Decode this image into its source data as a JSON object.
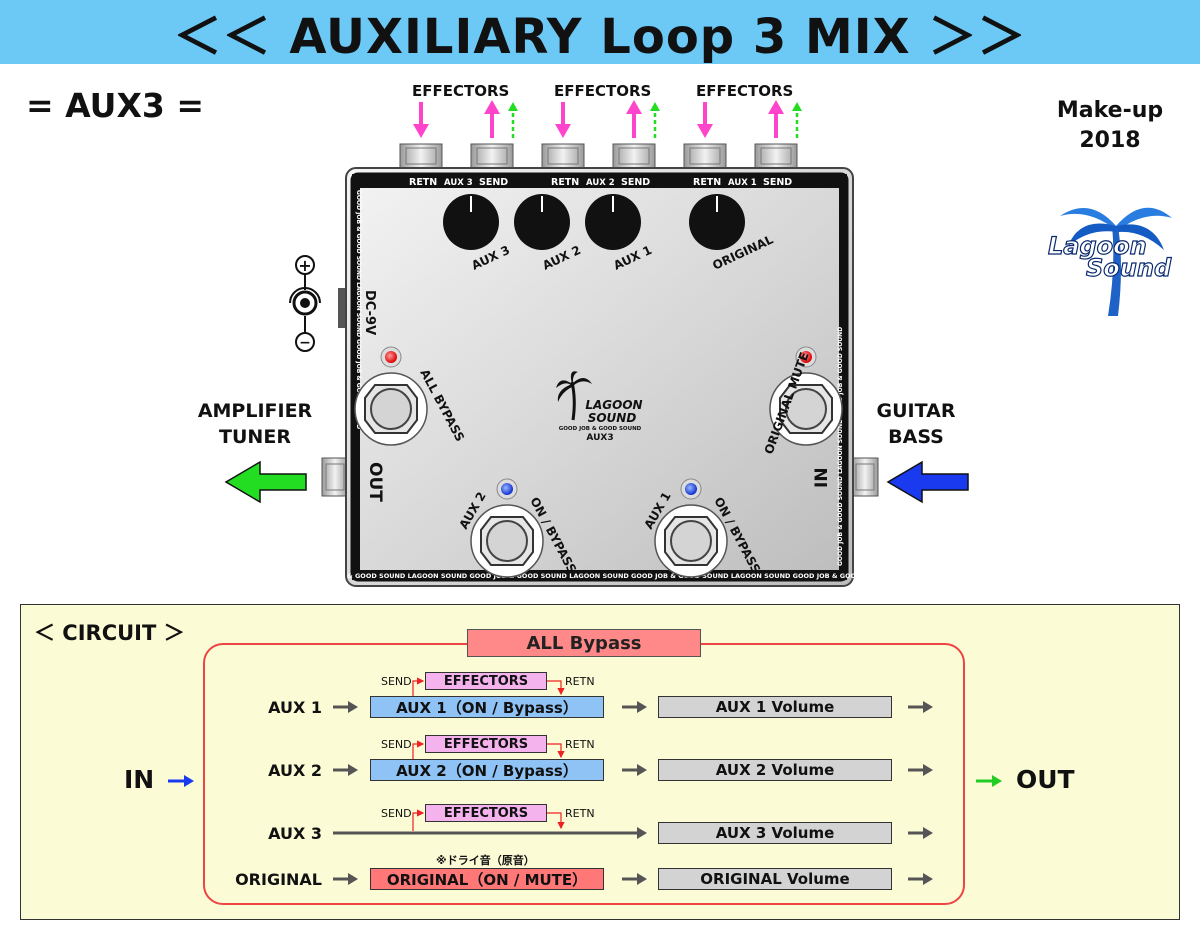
{
  "header": {
    "title": "＜＜ AUXILIARY Loop 3 MIX ＞＞"
  },
  "model_label": "= AUX3 =",
  "makeup": {
    "line1": "Make-up",
    "line2": "2018"
  },
  "logo": {
    "line1": "Lagoon",
    "line2": "Sound"
  },
  "top_effectors": [
    "EFFECTORS",
    "EFFECTORS",
    "EFFECTORS"
  ],
  "jack_strip": {
    "aux3": [
      "RETN",
      "AUX 3",
      "SEND"
    ],
    "aux2": [
      "RETN",
      "AUX 2",
      "SEND"
    ],
    "aux1": [
      "RETN",
      "AUX 1",
      "SEND"
    ]
  },
  "knobs": [
    "AUX 3",
    "AUX 2",
    "AUX 1",
    "ORIGINAL"
  ],
  "power": {
    "label": "DC-9V",
    "plus": "+",
    "minus": "−"
  },
  "switches": {
    "all_bypass": "ALL BYPASS",
    "original_mute": "ORIGINAL MUTE",
    "aux2": [
      "AUX 2",
      "ON / BYPASS"
    ],
    "aux1": [
      "AUX 1",
      "ON / BYPASS"
    ]
  },
  "center_logo": {
    "line1": "LAGOON",
    "line2": "SOUND",
    "tag": "GOOD JOB & GOOD SOUND",
    "model": "AUX3"
  },
  "pedal_edges": {
    "out": "OUT",
    "in": "IN",
    "side_text": "GOOD JOB & GOOD SOUND  LAGOON SOUND  GOOD JOB & GOOD SOUND",
    "bottom_text": "GOOD JOB & GOOD SOUND LAGOON SOUND GOOD JOB & GOOD SOUND LAGOON SOUND GOOD JOB & GOOD SOUND LAGOON SOUND GOOD JOB & GOOD SOUND"
  },
  "left_side": {
    "line1": "AMPLIFIER",
    "line2": "TUNER"
  },
  "right_side": {
    "line1": "GUITAR",
    "line2": "BASS"
  },
  "colors": {
    "banner": "#6cc8f5",
    "out_arrow": "#22dd22",
    "in_arrow": "#1a3af0",
    "effector_arrow": "#ff44cc",
    "circuit_bg": "#fbfbd5"
  },
  "circuit": {
    "title": "＜ CIRCUIT ＞",
    "all_bypass": "ALL Bypass",
    "in": "IN",
    "out": "OUT",
    "send": "SEND",
    "retn": "RETN",
    "effectors": "EFFECTORS",
    "note": "※ドライ音（原音）",
    "rows": [
      {
        "label": "AUX 1",
        "switch": "AUX 1（ON / Bypass）",
        "volume": "AUX 1 Volume"
      },
      {
        "label": "AUX 2",
        "switch": "AUX 2（ON / Bypass）",
        "volume": "AUX 2 Volume"
      },
      {
        "label": "AUX 3",
        "switch": "",
        "volume": "AUX 3 Volume"
      },
      {
        "label": "ORIGINAL",
        "switch": "ORIGINAL（ON / MUTE）",
        "volume": "ORIGINAL Volume"
      }
    ]
  }
}
